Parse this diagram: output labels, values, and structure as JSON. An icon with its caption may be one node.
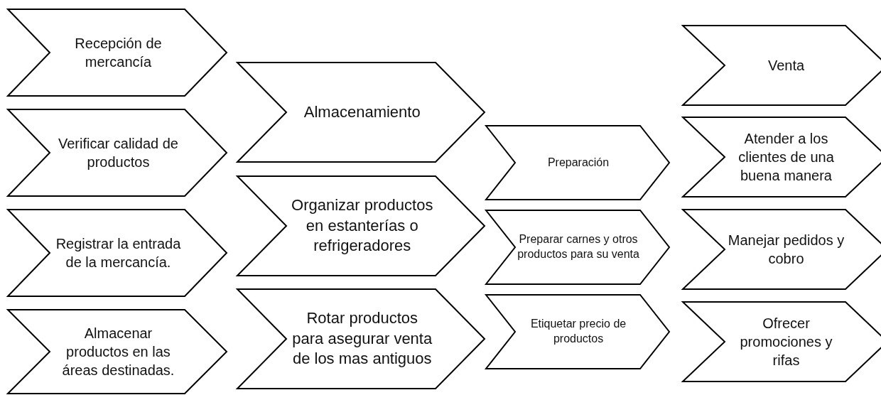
{
  "diagram": {
    "nodes": [
      {
        "text": [
          "Recepción de mercancía"
        ]
      },
      {
        "text": [
          "Verificar calidad de productos"
        ]
      },
      {
        "text": [
          "Registrar la entrada de la mercancía."
        ]
      },
      {
        "text": [
          "Almacenar productos en las áreas destinadas."
        ]
      },
      {
        "text": [
          "Almacenamiento"
        ]
      },
      {
        "text": [
          "Organizar productos en estanterías o refrigeradores"
        ]
      },
      {
        "text": [
          "Rotar productos para asegurar venta de los mas antiguos"
        ]
      },
      {
        "text": [
          "Preparación"
        ]
      },
      {
        "text": [
          "Preparar carnes y otros productos para su venta"
        ]
      },
      {
        "text": [
          "Etiquetar precio de productos"
        ]
      },
      {
        "text": [
          "Venta"
        ]
      },
      {
        "text": [
          "Atender a los clientes de una buena manera"
        ]
      },
      {
        "text": [
          "Manejar pedidos y cobro"
        ]
      },
      {
        "text": [
          "Ofrecer promociones y rifas"
        ]
      }
    ],
    "edges": []
  }
}
